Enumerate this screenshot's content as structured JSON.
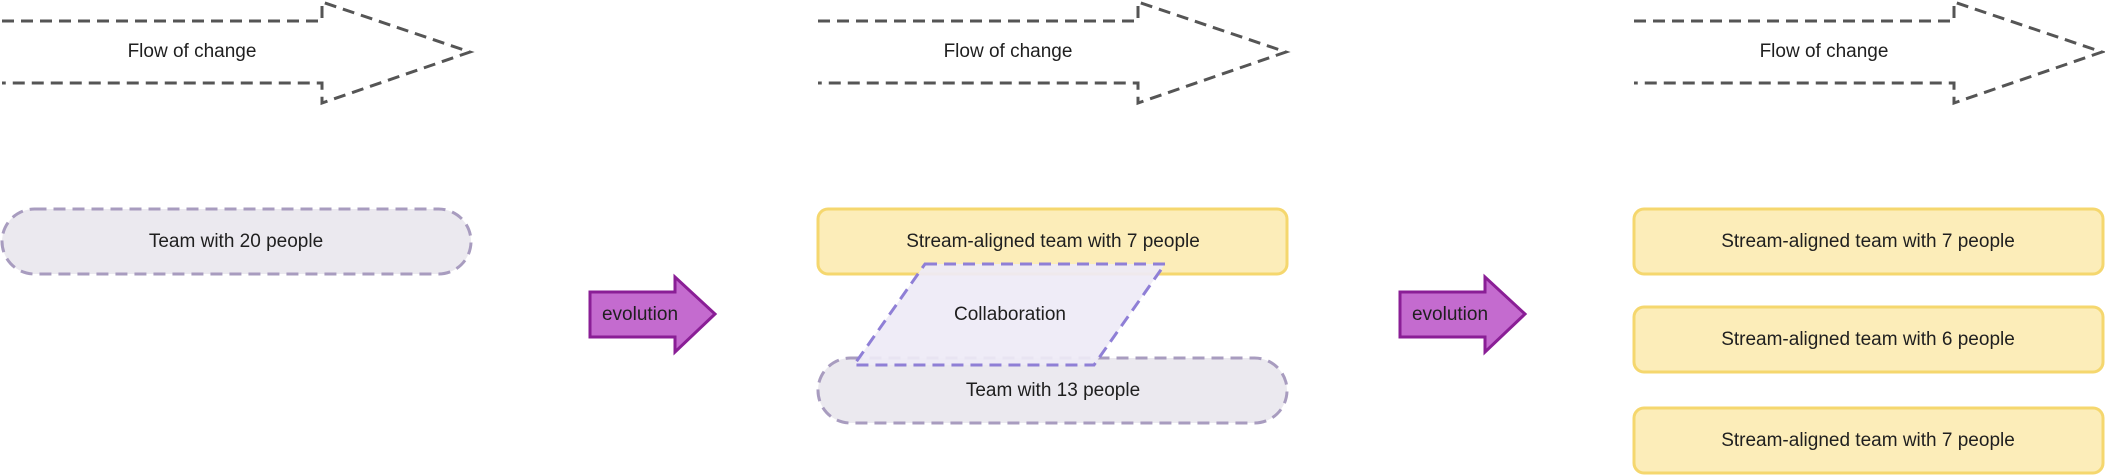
{
  "colors": {
    "flow_stroke": "#555555",
    "stream_fill": "#fcedb9",
    "stream_stroke": "#f5d76e",
    "team_fill": "#ebe9ef",
    "team_stroke": "#a89cbf",
    "collab_fill": "#eeeaf6",
    "collab_stroke": "#8f7fd6",
    "evolution_fill": "#c46bcf",
    "evolution_stroke": "#8a1e96"
  },
  "stages": [
    {
      "flow_label": "Flow of change",
      "team_label": "Team with 20 people"
    },
    {
      "flow_label": "Flow of change",
      "stream_label": "Stream-aligned team with 7 people",
      "collaboration_label": "Collaboration",
      "team_label": "Team with 13 people"
    },
    {
      "flow_label": "Flow of change",
      "streams": [
        "Stream-aligned team with 7 people",
        "Stream-aligned team with 6 people",
        "Stream-aligned team with 7 people"
      ]
    }
  ],
  "transitions": [
    {
      "label": "evolution"
    },
    {
      "label": "evolution"
    }
  ]
}
